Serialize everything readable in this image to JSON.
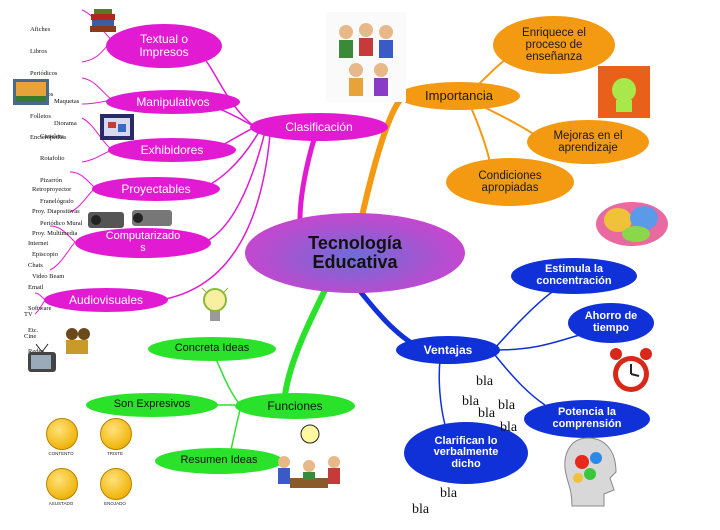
{
  "center": {
    "line1": "Tecnología",
    "line2": "Educativa"
  },
  "clasificacion": {
    "label": "Clasificación",
    "items": [
      {
        "label": "Textual o impresos",
        "lines": [
          "Textual o",
          "Impresos"
        ]
      },
      {
        "label": "Manipulativos"
      },
      {
        "label": "Exhibidores"
      },
      {
        "label": "Proyectables"
      },
      {
        "label": "Computarizados",
        "lines": [
          "Computarizado",
          "s"
        ]
      },
      {
        "label": "Audiovisuales"
      }
    ],
    "leaf_text": {
      "textual": [
        "Afiches",
        "Libros",
        "Periódicos",
        "Trípticos",
        "Folletos",
        "Enciclopedias"
      ],
      "manipulativos": [
        "Maquetas",
        "Diorama"
      ],
      "exhibidores": [
        "Cartelera",
        "Rotafolio",
        "Pizarrón",
        "Franelógrafo",
        "Periódico Mural"
      ],
      "proyectables": [
        "Retroproyector",
        "Proy. Diapositivas",
        "Proy. Multimedia",
        "Episcopio",
        "Video Beam"
      ],
      "computarizados": [
        "Internet",
        "Chats",
        "Email",
        "Software",
        "Etc.",
        "Redes"
      ],
      "audiovisuales": [
        "TV",
        "Cine"
      ]
    }
  },
  "importancia": {
    "label": "Importancia",
    "items": [
      {
        "lines": [
          "Enriquece el",
          "proceso de",
          "enseñanza"
        ]
      },
      {
        "lines": [
          "Mejoras en el",
          "aprendizaje"
        ]
      },
      {
        "lines": [
          "Condiciones",
          "apropiadas"
        ]
      }
    ]
  },
  "ventajas": {
    "label": "Ventajas",
    "items": [
      {
        "lines": [
          "Estimula la",
          "concentración"
        ]
      },
      {
        "lines": [
          "Ahorro de",
          "tiempo"
        ]
      },
      {
        "lines": [
          "Potencia la",
          "comprensión"
        ]
      },
      {
        "lines": [
          "Clarifican lo",
          "verbalmente",
          "dicho"
        ]
      }
    ]
  },
  "funciones": {
    "label": "Funciones",
    "items": [
      {
        "label": "Concreta Ideas"
      },
      {
        "label": "Son Expresivos"
      },
      {
        "label": "Resumen Ideas"
      }
    ]
  },
  "scribbles": [
    "bla",
    "bla",
    "bla",
    "bla",
    "bla",
    "bla",
    "bla"
  ],
  "faces": [
    "CONTENTO",
    "TRISTE",
    "ASUSTADO",
    "ENOJADO"
  ],
  "icons": {
    "books": "books-icon",
    "diorama": "diorama-icon",
    "board": "board-icon",
    "projector": "projector-icon",
    "film": "film-camera-icon",
    "tv": "tv-icon",
    "kids": "children-group-icon",
    "head": "head-silhouette-icon",
    "brain": "brain-icon",
    "clock": "alarm-clock-icon",
    "gears-head": "gears-head-icon",
    "bulb": "lightbulb-icon",
    "meeting": "meeting-icon"
  },
  "colors": {
    "clasificacion": "#e21ad2",
    "importancia": "#f39a12",
    "ventajas": "#1030d8",
    "funciones": "#2be22b"
  }
}
